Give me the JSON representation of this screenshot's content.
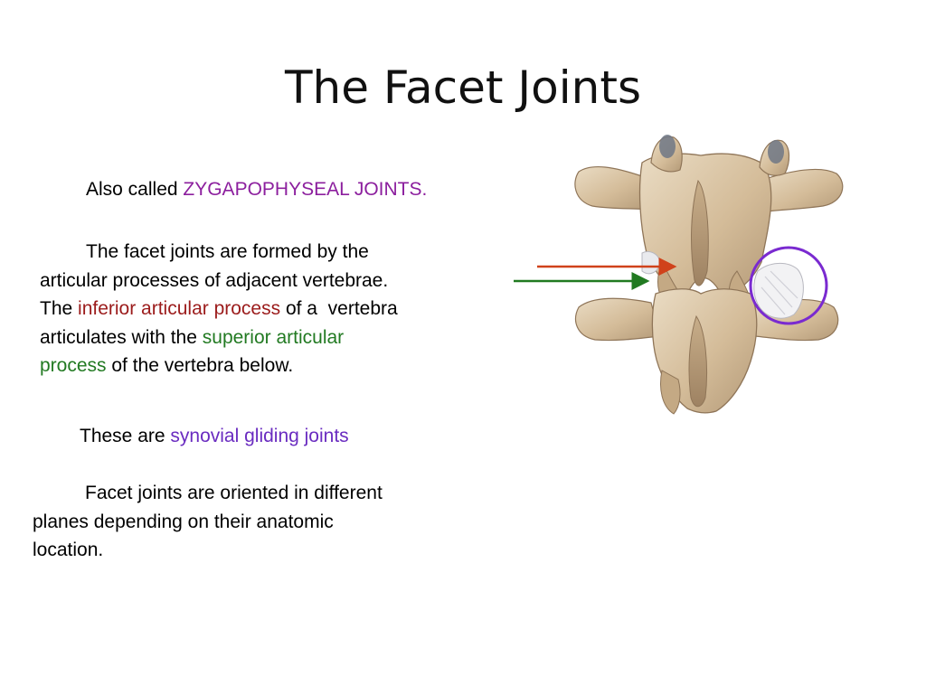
{
  "title": "The Facet Joints",
  "p1": {
    "prefix": "Also called ",
    "highlight": "ZYGAPOPHYSEAL JOINTS."
  },
  "p2": {
    "line1": "The facet joints are formed by the",
    "line2": "articular processes of adjacent vertebrae.",
    "line3_pre": "The ",
    "line3_hl": "inferior articular process",
    "line3_post": " of a  vertebra",
    "line4_pre": "articulates with the ",
    "line4_hl": "superior articular",
    "line5_hl": "process",
    "line5_post": " of the vertebra below."
  },
  "p3": {
    "prefix": "These are ",
    "highlight": "synovial gliding joints"
  },
  "p4": {
    "line1": "Facet joints are oriented in different",
    "line2": "planes depending on their anatomic",
    "line3": "location."
  },
  "colors": {
    "zygapophyseal": "#8c1f9e",
    "inferior": "#9b1b1b",
    "superior": "#227a22",
    "synovial": "#6a2cc0",
    "arrow_red": "#d0421b",
    "arrow_green": "#217a21",
    "circle": "#7a2ad0",
    "bone": "#d8c1a0"
  },
  "illustration": {
    "subject": "posterior view of two articulated lumbar vertebrae",
    "callouts": [
      "red arrow",
      "green arrow",
      "purple circle around facet joint"
    ]
  }
}
